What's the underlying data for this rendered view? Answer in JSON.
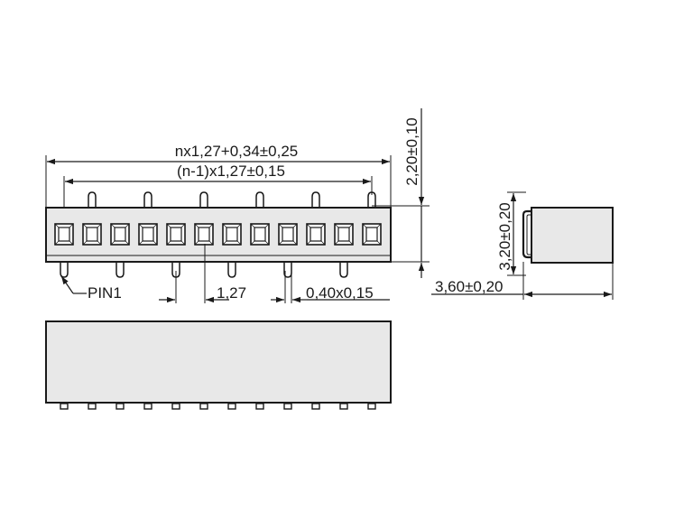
{
  "drawing": {
    "title": "",
    "pin_count": 12,
    "labels": {
      "overall_length": "nx1,27+0,34±0,25",
      "pin_span": "(n-1)x1,27±0,15",
      "pin_pitch": "1,27",
      "pin_width": "0,40x0,15",
      "pin_height": "2,20±0,10",
      "pin1": "PIN1",
      "side_height": "3,20±0,20",
      "side_width": "3,60±0,20"
    }
  }
}
